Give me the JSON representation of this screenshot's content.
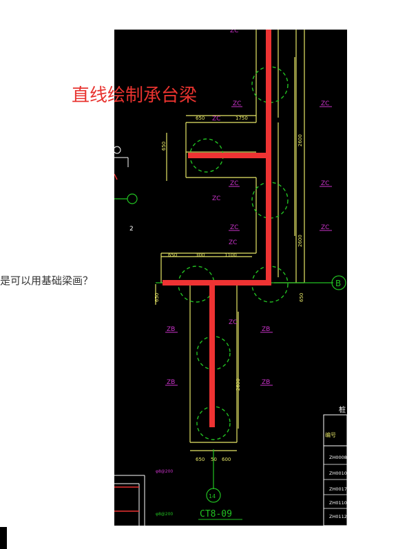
{
  "question": {
    "text": "是可以用基础梁画？"
  },
  "annotation": {
    "text": "直线绘制承台梁",
    "color": "#e8332f"
  },
  "drawing": {
    "background": "#000000",
    "line_color": "#e8e868",
    "pile_color": "#22c322",
    "beam_color": "#ee3333",
    "label_color": "#cc33cc",
    "axis_labels": {
      "b": "B",
      "fourteen": "14"
    },
    "title": "CT8-09",
    "labels": {
      "zc": "ZC",
      "zb": "ZB",
      "two": "2"
    },
    "dims": {
      "d650": "650",
      "d1750": "1750",
      "d300": "300",
      "d1100": "1100",
      "d2600": "2600",
      "d600": "600",
      "d50": "50"
    },
    "table": {
      "header": "桩",
      "col_title": "编号",
      "rows": [
        "ZH0008",
        "ZH0010",
        "ZH0017",
        "ZH0110",
        "ZH0112"
      ]
    },
    "left_note": "φ8@200"
  }
}
